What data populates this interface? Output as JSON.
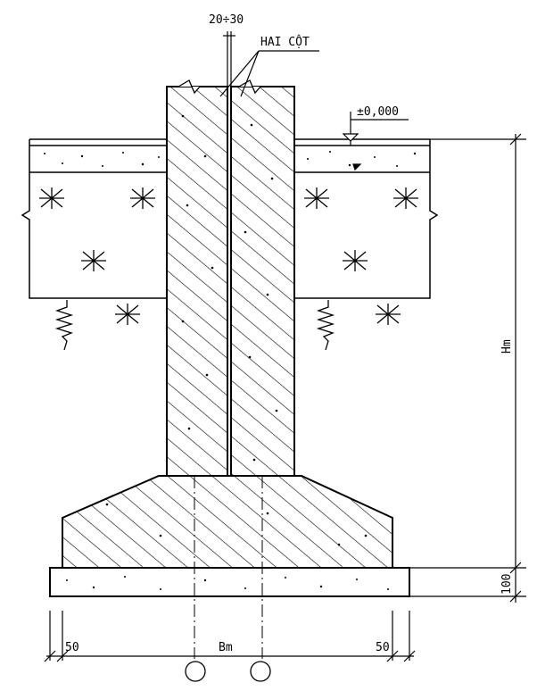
{
  "labels": {
    "gap": "20÷30",
    "double_column": "HAI CỘT",
    "level": "±0,000",
    "height": "Hm",
    "lean_thickness": "100",
    "left_offset": "50",
    "width": "Bm",
    "right_offset": "50"
  },
  "colors": {
    "line": "#000000",
    "background": "#ffffff"
  },
  "icons": {
    "soil": "soil-cross-hatch-icon",
    "spring": "spring-settlement-icon",
    "level_marker": "level-marker-icon",
    "axis_bubble": "axis-circle-icon"
  }
}
